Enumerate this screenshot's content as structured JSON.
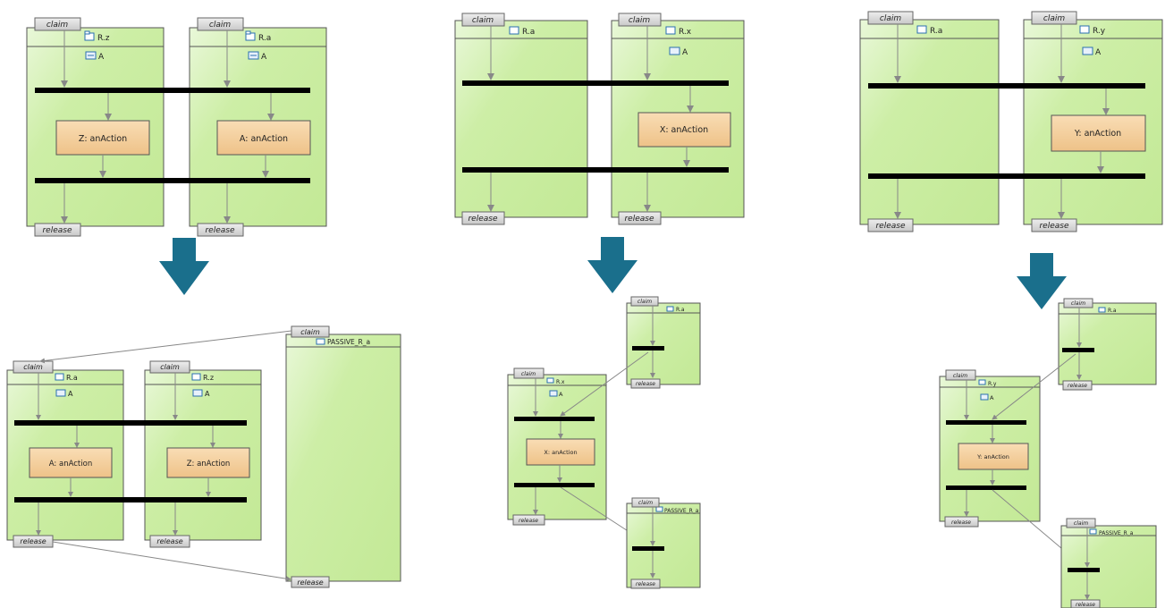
{
  "pill_claim": "claim",
  "pill_release": "release",
  "lanes": {
    "Rz": "R.z",
    "Ra": "R.a",
    "Rx": "R.x",
    "Ry": "R.y",
    "passive": "PASSIVE_R_a"
  },
  "part_label": "A",
  "actions": {
    "Z": "Z: anAction",
    "A": "A: anAction",
    "X": "X: anAction",
    "Y": "Y: anAction"
  },
  "colors": {
    "lane_fill": "#cdeea6",
    "lane_border": "#555555",
    "action_fill": "#f3cc96",
    "pill_fill": "#d6d6d6",
    "bar": "#000000",
    "arrow": "#1a6f8c",
    "edge": "#888888"
  },
  "icons": [
    "package-icon",
    "part-icon",
    "down-arrow-icon"
  ]
}
